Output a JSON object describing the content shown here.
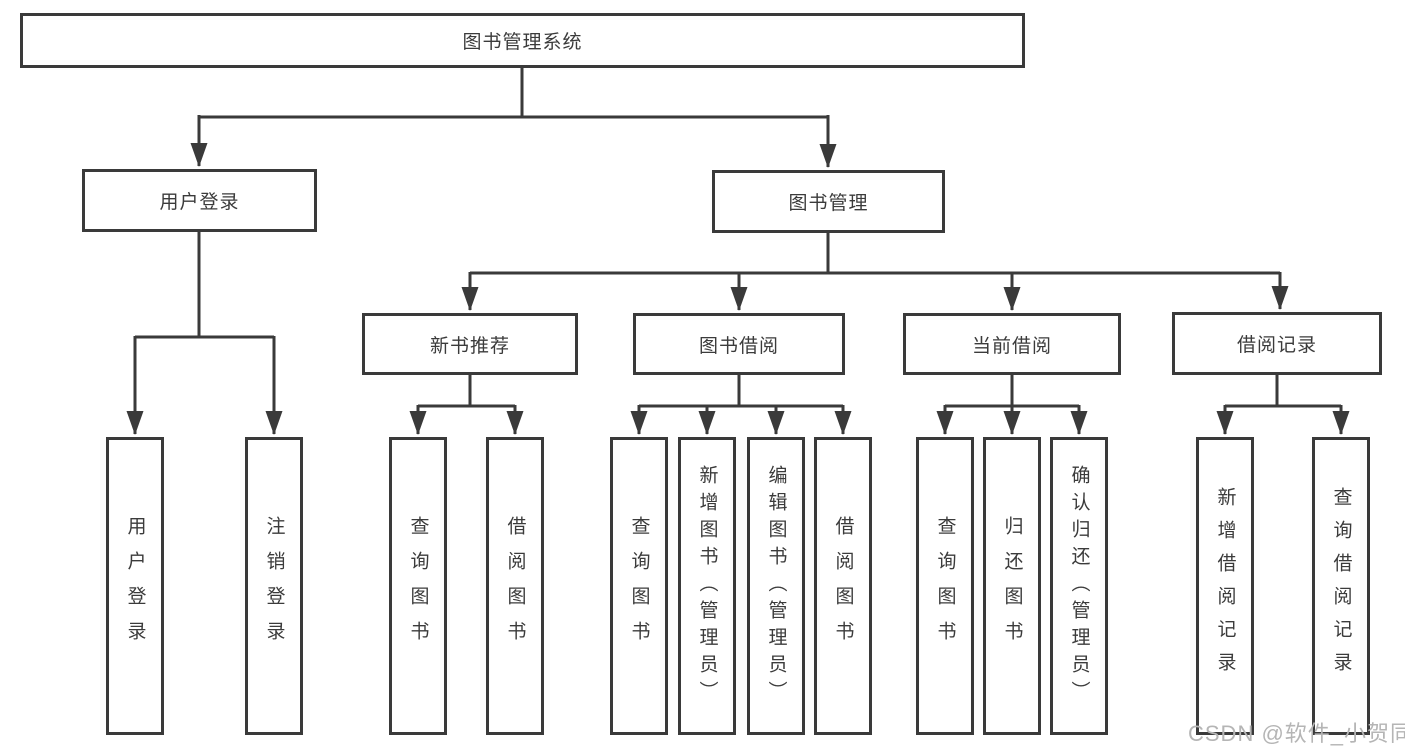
{
  "diagram": {
    "type": "hierarchy-tree",
    "root": {
      "label": "图书管理系统",
      "children": [
        {
          "label": "用户登录",
          "children": [
            {
              "label": "用户登录"
            },
            {
              "label": "注销登录"
            }
          ]
        },
        {
          "label": "图书管理",
          "children": [
            {
              "label": "新书推荐",
              "children": [
                {
                  "label": "查询图书"
                },
                {
                  "label": "借阅图书"
                }
              ]
            },
            {
              "label": "图书借阅",
              "children": [
                {
                  "label": "查询图书"
                },
                {
                  "label": "新增图书（管理员）"
                },
                {
                  "label": "编辑图书（管理员）"
                },
                {
                  "label": "借阅图书"
                }
              ]
            },
            {
              "label": "当前借阅",
              "children": [
                {
                  "label": "查询图书"
                },
                {
                  "label": "归还图书"
                },
                {
                  "label": "确认归还（管理员）"
                }
              ]
            },
            {
              "label": "借阅记录",
              "children": [
                {
                  "label": "新增借阅记录"
                },
                {
                  "label": "查询借阅记录"
                }
              ]
            }
          ]
        }
      ]
    }
  },
  "watermark": {
    "text": "CSDN @软件_小贺同学",
    "color": "#b5b5b5"
  },
  "colors": {
    "line": "#3a3a3a",
    "box_border": "#3a3a3a",
    "text": "#3b3b3b",
    "background": "#ffffff"
  }
}
